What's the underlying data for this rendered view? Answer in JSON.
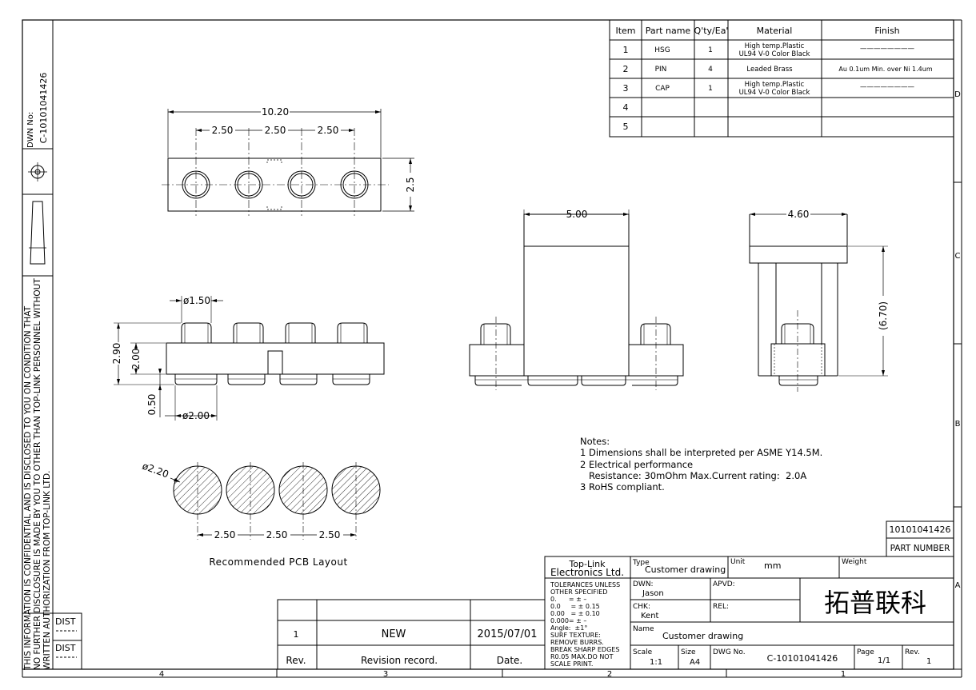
{
  "side_strip": {
    "dwn_no_label": "DWN No:",
    "dwn_no_value": "C-10101041426",
    "confidential_lines": [
      "THIS INFORMATION IS CONFIDENTIAL AND IS DISCLOSED TO YOU ON CONDITION THAT",
      "NO FURTHER DISCLOSURE IS MADE BY YOU TO OTHER THAN TOP-LINK PERSONNEL WITHOUT",
      "WRITTEN AUTHORIZATION FROM TOP-LINK LTD."
    ],
    "dist_1": "DIST",
    "dist_2": "DIST"
  },
  "zones": {
    "right": [
      "D",
      "C",
      "B",
      "A"
    ],
    "bottom": [
      "4",
      "3",
      "2",
      "1"
    ]
  },
  "bom": {
    "headers": [
      "Item",
      "Part name",
      "Q'ty/Ea'",
      "Material",
      "Finish"
    ],
    "rows": [
      {
        "item": "1",
        "part": "HSG",
        "qty": "1",
        "material1": "High temp.Plastic",
        "material2": "UL94 V-0 Color Black",
        "finish": "————————"
      },
      {
        "item": "2",
        "part": "PIN",
        "qty": "4",
        "material1": "Leaded Brass",
        "material2": "",
        "finish": "Au 0.1um Min. over Ni 1.4um"
      },
      {
        "item": "3",
        "part": "CAP",
        "qty": "1",
        "material1": "High temp.Plastic",
        "material2": "UL94 V-0 Color Black",
        "finish": "————————"
      },
      {
        "item": "4",
        "part": "",
        "qty": "",
        "material1": "",
        "material2": "",
        "finish": ""
      },
      {
        "item": "5",
        "part": "",
        "qty": "",
        "material1": "",
        "material2": "",
        "finish": ""
      }
    ]
  },
  "dims": {
    "top_overall": "10.20",
    "top_pitch": [
      "2.50",
      "2.50",
      "2.50"
    ],
    "top_height": "2.5",
    "pin_diameter": "ø1.50",
    "height_290": "2.90",
    "height_200": "2.00",
    "height_050": "0.50",
    "base_diameter": "ø2.00",
    "front_width": "5.00",
    "side_width": "4.60",
    "side_height": "(6.70)",
    "pcb_diameter": "ø2.20",
    "pcb_pitch": [
      "2.50",
      "2.50",
      "2.50"
    ]
  },
  "pcb_caption": "Recommended PCB Layout",
  "notes": [
    "Notes:",
    "1 Dimensions shall be interpreted per ASME Y14.5M.",
    "2 Electrical performance",
    "   Resistance: 30mOhm Max.Current rating:  2.0A",
    "3 RoHS compliant."
  ],
  "part_number": {
    "value": "10101041426",
    "label": "PART NUMBER"
  },
  "revision": {
    "rev": "1",
    "record": "NEW",
    "date": "2015/07/01",
    "col_rev": "Rev.",
    "col_record": "Revision record.",
    "col_date": "Date."
  },
  "title_block": {
    "company1": "Top-Link",
    "company2": "Electronics Ltd.",
    "tolerance_lines": [
      "TOLERANCES UNLESS",
      "OTHER SPECIFIED",
      "0.      = ± –",
      "0.0     = ± 0.15",
      "0.00   = ± 0.10",
      "0.000= ± –",
      "Angle:  ±1°",
      "SURF TEXTURE:",
      "REMOVE BURRS.",
      "BREAK SHARP EDGES",
      "R0.05 MAX.DO NOT",
      "SCALE PRINT."
    ],
    "type_label": "Type",
    "type_value": "Customer drawing",
    "unit_label": "Unit",
    "unit_value": "mm",
    "weight_label": "Weight",
    "dwn_label": "DWN:",
    "dwn_value": "Jason",
    "apvd_label": "APVD:",
    "chk_label": "CHK:",
    "chk_value": "Kent",
    "rel_label": "REL:",
    "chinese_name": "拓普联科",
    "name_label": "Name",
    "name_value": "Customer drawing",
    "scale_label": "Scale",
    "scale_value": "1:1",
    "size_label": "Size",
    "size_value": "A4",
    "dwg_label": "DWG No.",
    "dwg_value": "C-10101041426",
    "page_label": "Page",
    "page_value": "1/1",
    "rev_label": "Rev.",
    "rev_value": "1"
  }
}
